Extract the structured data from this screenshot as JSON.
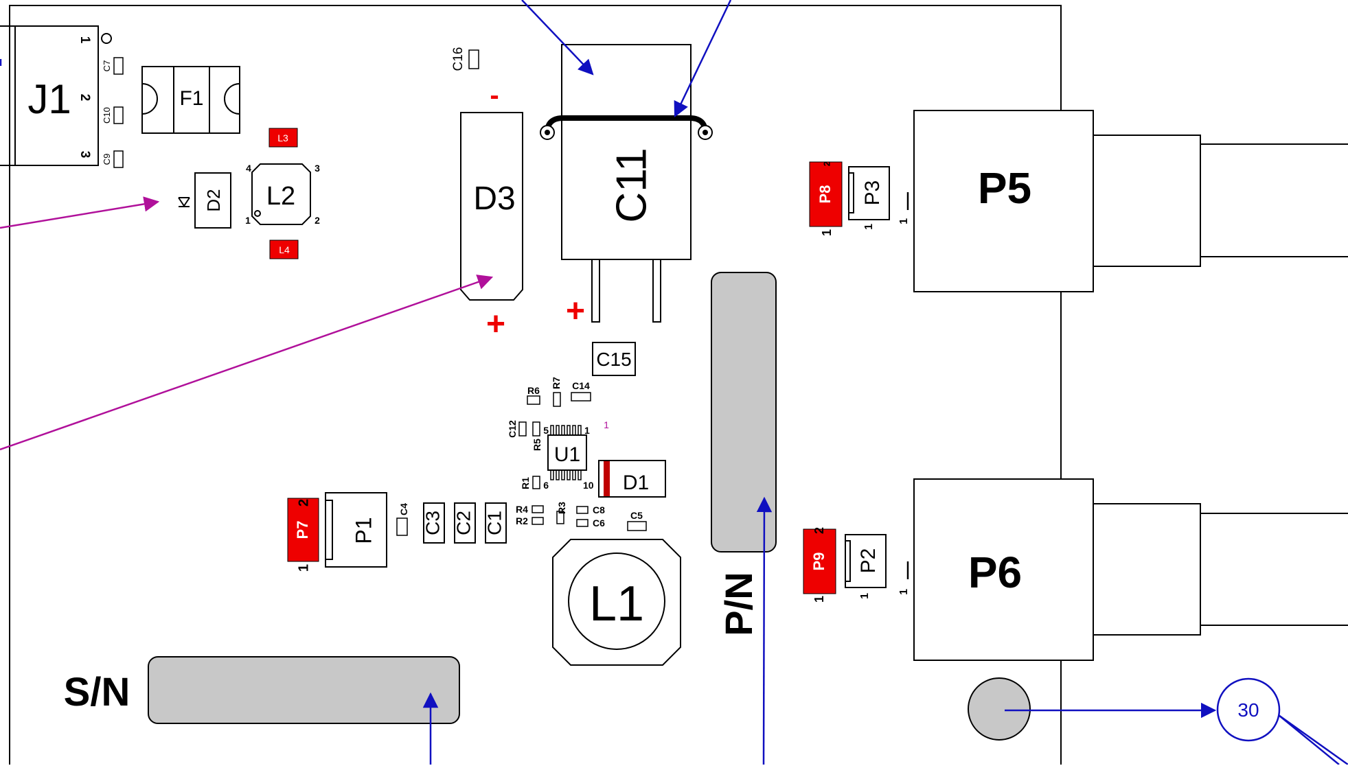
{
  "colors": {
    "outline": "#000000",
    "highlight_red": "#ee0000",
    "label_area_gray": "#c8c8c8",
    "callout_blue": "#1010c0",
    "callout_magenta": "#b0109a"
  },
  "components": {
    "J1": "J1",
    "F1": "F1",
    "D2": "D2",
    "L2": "L2",
    "L3": "L3",
    "L4": "L4",
    "D3": "D3",
    "C11": "C11",
    "C15": "C15",
    "C16": "C16",
    "C7": "C7",
    "C10": "C10",
    "C9": "C9",
    "R6": "R6",
    "R7": "R7",
    "C14": "C14",
    "C12": "C12",
    "R5": "R5",
    "U1": "U1",
    "D1": "D1",
    "R1": "R1",
    "R4": "R4",
    "R2": "R2",
    "R3": "R3",
    "C8": "C8",
    "C6": "C6",
    "C5": "C5",
    "C4": "C4",
    "C3": "C3",
    "C2": "C2",
    "C1": "C1",
    "P7": "P7",
    "P1": "P1",
    "L1": "L1",
    "P8": "P8",
    "P3": "P3",
    "P5": "P5",
    "P9": "P9",
    "P2": "P2",
    "P6": "P6"
  },
  "pins": {
    "j1_1": "1",
    "j1_2": "2",
    "j1_3": "3",
    "l2_1": "1",
    "l2_2": "2",
    "l2_3": "3",
    "l2_4": "4",
    "u1_5": "5",
    "u1_1": "1",
    "u1_6": "6",
    "u1_10": "10",
    "u1_mark": "1",
    "p7_2": "2",
    "p7_1": "1",
    "p8_2": "2",
    "p8_1": "1",
    "p3_1": "1",
    "p5_1": "1",
    "p9_2": "2",
    "p9_1": "1",
    "p2_1": "1",
    "p6_1": "1"
  },
  "polarity": {
    "d3_minus": "-",
    "d3_plus": "+",
    "c11_plus": "+"
  },
  "areas": {
    "sn": "S/N",
    "pn": "P/N"
  },
  "callouts": {
    "balloon_30": "30"
  }
}
